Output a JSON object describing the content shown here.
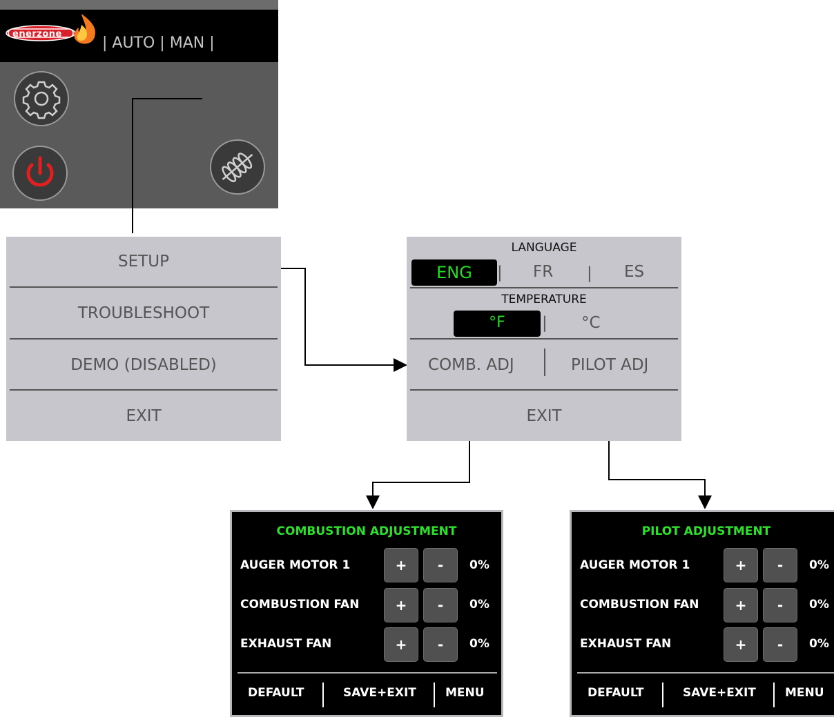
{
  "home": {
    "logo_text": "enerzone",
    "mode_text": "| AUTO | MAN |"
  },
  "menu": {
    "items": [
      "SETUP",
      "TROUBLESHOOT",
      "DEMO (DISABLED)",
      "EXIT"
    ]
  },
  "setup": {
    "language_header": "LANGUAGE",
    "languages": [
      "ENG",
      "FR",
      "ES"
    ],
    "selected_language": "ENG",
    "temperature_header": "TEMPERATURE",
    "units": [
      "°F",
      "°C"
    ],
    "selected_unit": "°F",
    "comb_adj": "COMB. ADJ",
    "pilot_adj": "PILOT ADJ",
    "exit": "EXIT",
    "separator": "|"
  },
  "combustion": {
    "title": "COMBUSTION ADJUSTMENT",
    "rows": [
      {
        "label": "AUGER MOTOR 1",
        "plus": "+",
        "minus": "-",
        "value": "0%"
      },
      {
        "label": "COMBUSTION FAN",
        "plus": "+",
        "minus": "-",
        "value": "0%"
      },
      {
        "label": "EXHAUST FAN",
        "plus": "+",
        "minus": "-",
        "value": "0%"
      }
    ],
    "footer": [
      "DEFAULT",
      "SAVE+EXIT",
      "MENU"
    ]
  },
  "pilot": {
    "title": "PILOT ADJUSTMENT",
    "rows": [
      {
        "label": "AUGER MOTOR 1",
        "plus": "+",
        "minus": "-",
        "value": "0%"
      },
      {
        "label": "COMBUSTION FAN",
        "plus": "+",
        "minus": "-",
        "value": "0%"
      },
      {
        "label": "EXHAUST FAN",
        "plus": "+",
        "minus": "-",
        "value": "0%"
      }
    ],
    "footer": [
      "DEFAULT",
      "SAVE+EXIT",
      "MENU"
    ]
  },
  "colors": {
    "accent_green": "#22dd22",
    "power_red": "#e02020",
    "panel_gray": "#c6c6cc"
  },
  "icons": [
    "gear-icon",
    "power-icon",
    "auger-icon",
    "flame-icon"
  ]
}
